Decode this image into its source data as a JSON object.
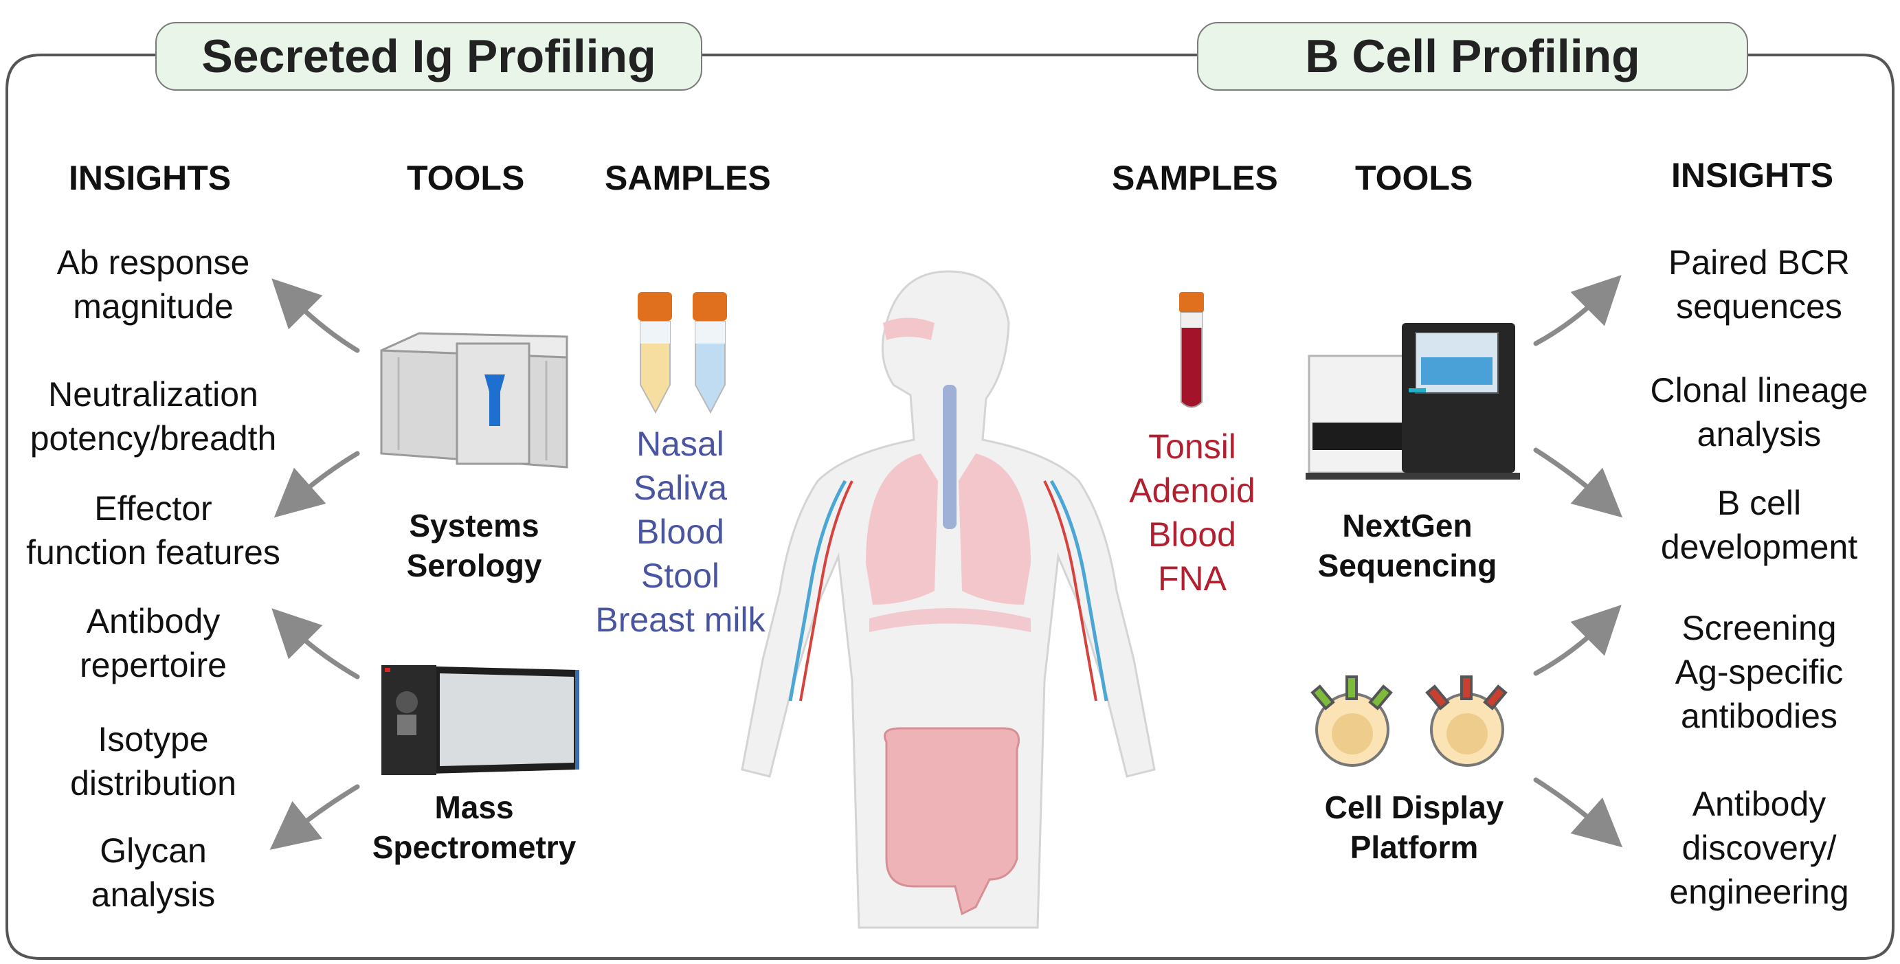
{
  "left_panel": {
    "title": "Secreted Ig Profiling",
    "headers": {
      "insights": "INSIGHTS",
      "tools": "TOOLS",
      "samples": "SAMPLES"
    },
    "insights": [
      "Ab response\nmagnitude",
      "Neutralization\npotency/breadth",
      "Effector\nfunction features",
      "Antibody\nrepertoire",
      "Isotype\ndistribution",
      "Glycan\nanalysis"
    ],
    "tools": [
      "Systems\nSerology",
      "Mass\nSpectrometry"
    ],
    "samples": [
      "Nasal",
      "Saliva",
      "Blood",
      "Stool",
      "Breast milk"
    ],
    "samples_color": "#4a55a2"
  },
  "right_panel": {
    "title": "B Cell Profiling",
    "headers": {
      "samples": "SAMPLES",
      "tools": "TOOLS",
      "insights": "INSIGHTS"
    },
    "insights": [
      "Paired BCR\nsequences",
      "Clonal lineage\nanalysis",
      "B cell\ndevelopment",
      "Screening\nAg-specific\nantibodies",
      "Antibody\ndiscovery/\nengineering"
    ],
    "tools": [
      "NextGen\nSequencing",
      "Cell Display\nPlatform"
    ],
    "samples": [
      "Tonsil",
      "Adenoid",
      "Blood",
      "FNA"
    ],
    "samples_color": "#b22030"
  },
  "colors": {
    "banner_fill": "#e8f5e8",
    "border": "#555555",
    "arrow": "#8a8a8a"
  },
  "icons": [
    "serology-instrument-icon",
    "mass-spectrometer-icon",
    "sample-tube-icon",
    "blood-tube-icon",
    "sequencer-icon",
    "b-cell-icon",
    "human-body-icon"
  ]
}
